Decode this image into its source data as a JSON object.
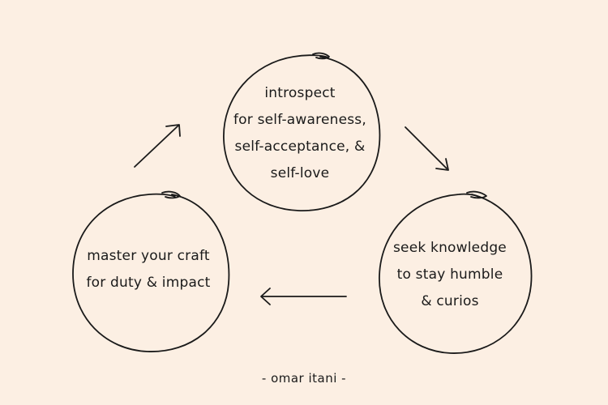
{
  "nodes": {
    "top": {
      "lines": [
        "introspect",
        "for self-awareness,",
        "self-acceptance, &",
        "self-love"
      ]
    },
    "right": {
      "lines": [
        "seek knowledge",
        "to stay humble",
        "& curios"
      ]
    },
    "left": {
      "lines": [
        "master your craft",
        "for duty & impact"
      ]
    }
  },
  "signature": "- omar itani -",
  "colors": {
    "background": "#fcefe3",
    "ink": "#1a1a1a"
  }
}
